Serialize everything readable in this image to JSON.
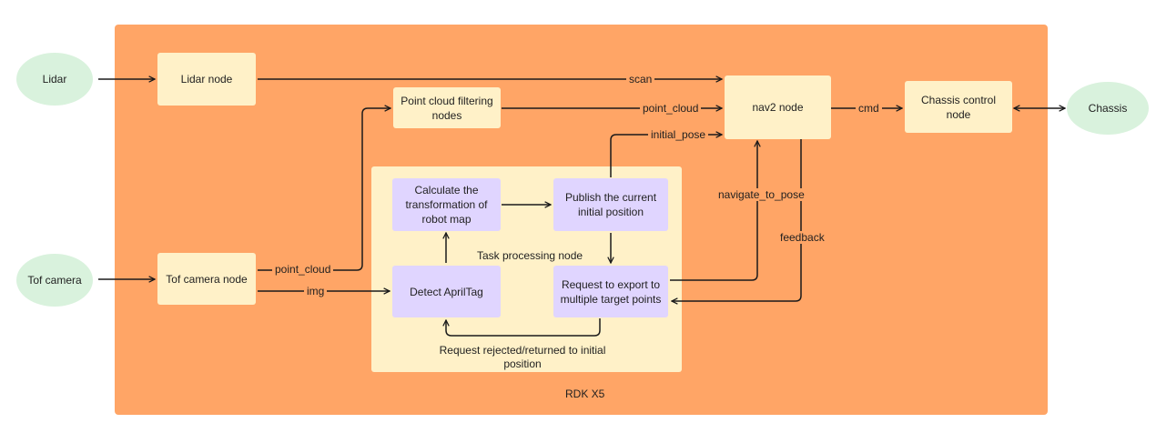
{
  "external": {
    "lidar": "Lidar",
    "tof_camera": "Tof camera",
    "chassis": "Chassis"
  },
  "region": {
    "label": "RDK X5"
  },
  "nodes": {
    "lidar_node": "Lidar node",
    "point_cloud_filter": "Point cloud filtering nodes",
    "nav2_node": "nav2 node",
    "chassis_control": "Chassis control node",
    "tof_camera_node": "Tof camera node"
  },
  "task": {
    "label": "Task processing node",
    "calc_transform": "Calculate the transformation of robot map",
    "publish_position": "Publish the current initial position",
    "detect_apriltag": "Detect AprilTag",
    "request_export": "Request to export to multiple target points"
  },
  "edges": {
    "scan": "scan",
    "point_cloud_top": "point_cloud",
    "cmd": "cmd",
    "initial_pose": "initial_pose",
    "navigate_to_pose": "navigate_to_pose",
    "feedback": "feedback",
    "point_cloud_bottom": "point_cloud",
    "img": "img",
    "request_rejected": "Request rejected/returned to initial position"
  },
  "colors": {
    "region": "#ffa566",
    "node": "#fff1c8",
    "task_node": "#e0d5ff",
    "external": "#d9f2dd"
  }
}
